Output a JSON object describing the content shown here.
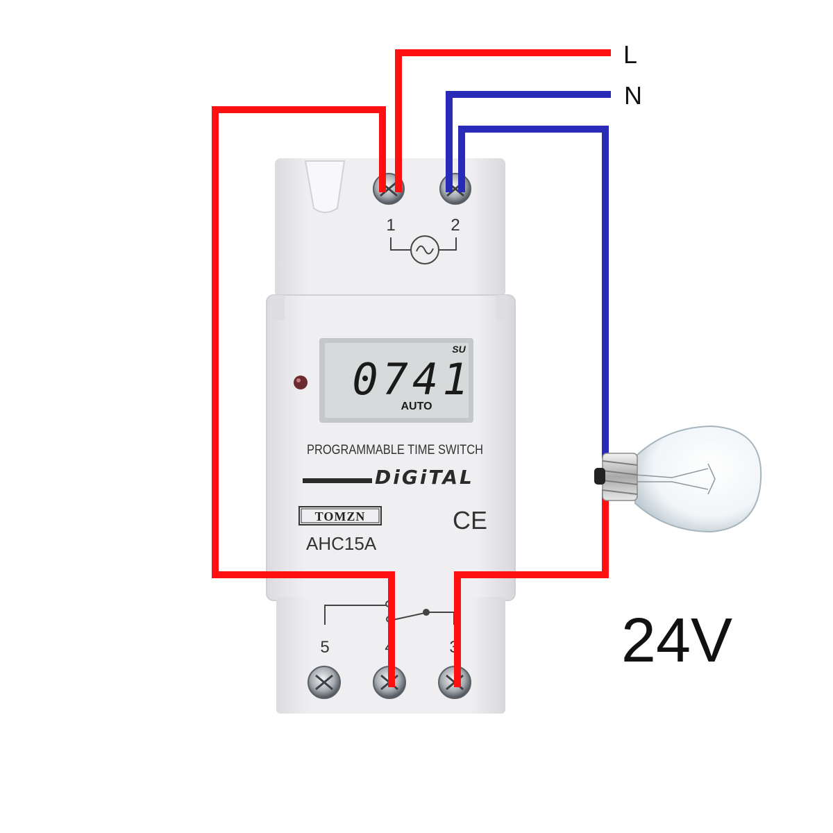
{
  "supply": {
    "line_label": "L",
    "neutral_label": "N",
    "voltage_label": "24V"
  },
  "terminals_top": {
    "t1": "1",
    "t2": "2"
  },
  "terminals_bottom": {
    "t5": "5",
    "t4": "4",
    "t3": "3"
  },
  "display": {
    "time": "0741",
    "day": "SU",
    "mode": "AUTO"
  },
  "device": {
    "title": "PROGRAMMABLE TIME SWITCH",
    "digital_text": "DiGiTAL",
    "brand": "TOMZN",
    "model": "AHC15A",
    "ce_mark": "CE"
  },
  "colors": {
    "live_wire": "#ff1010",
    "neutral_wire": "#2a2ab8",
    "housing": "#ececef",
    "lcd": "#d6dada"
  },
  "icons": {
    "power_symbol": "ac-sine-icon",
    "relay_symbol": "relay-switch-icon",
    "lamp": "light-bulb-icon"
  }
}
